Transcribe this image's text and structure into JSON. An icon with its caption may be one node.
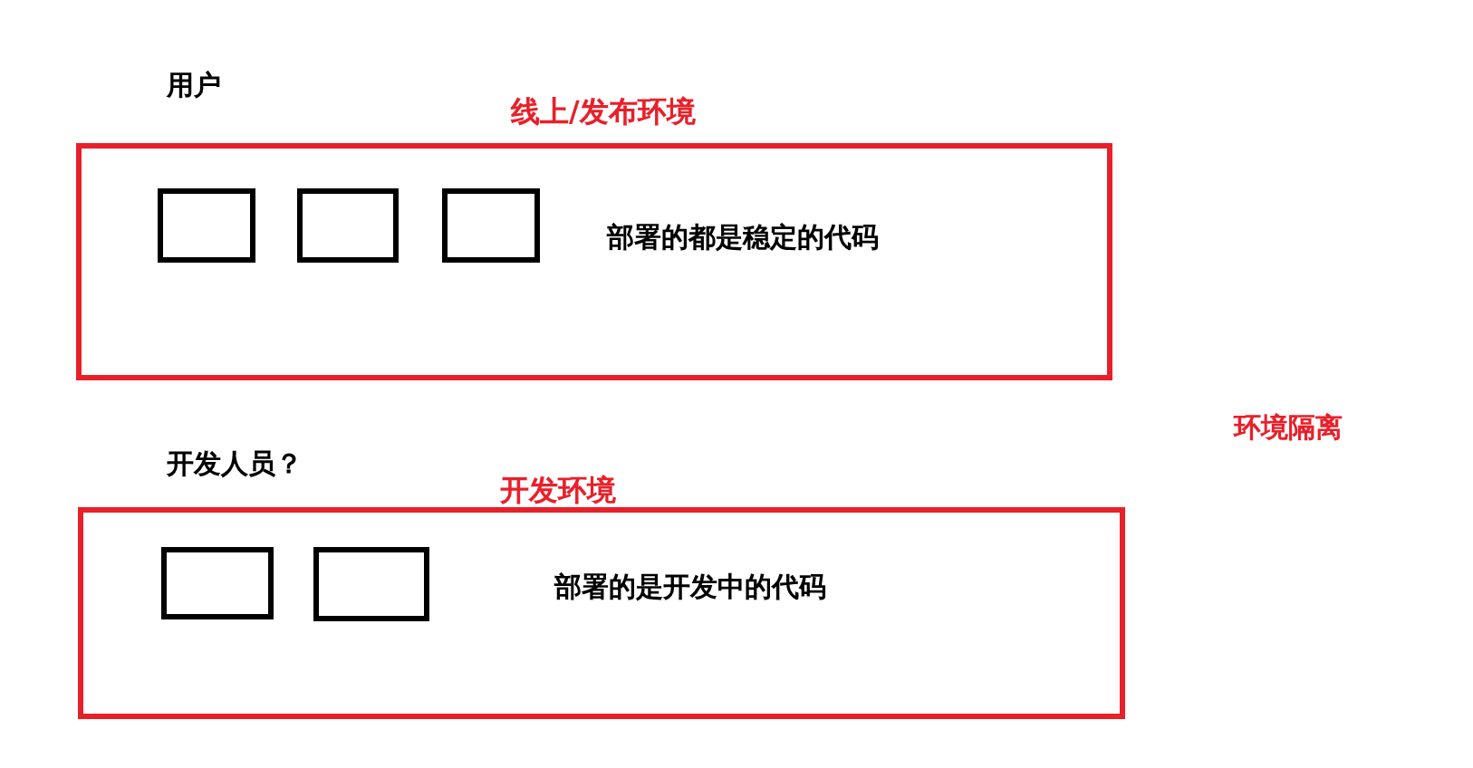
{
  "diagram": {
    "nodes": [
      {
        "text": [
          "线上/发布环境",
          "部署的都是稳定的代码"
        ]
      },
      {
        "text": [],
        "shape": "box",
        "in": 0
      },
      {
        "text": [],
        "shape": "box",
        "in": 0
      },
      {
        "text": [],
        "shape": "box",
        "in": 0
      },
      {
        "text": [
          "开发环境",
          "部署的是开发中的代码"
        ]
      },
      {
        "text": [],
        "shape": "box",
        "in": 4
      },
      {
        "text": [],
        "shape": "box",
        "in": 4
      }
    ],
    "labels": [
      "用户",
      "开发人员？",
      "环境隔离"
    ]
  }
}
